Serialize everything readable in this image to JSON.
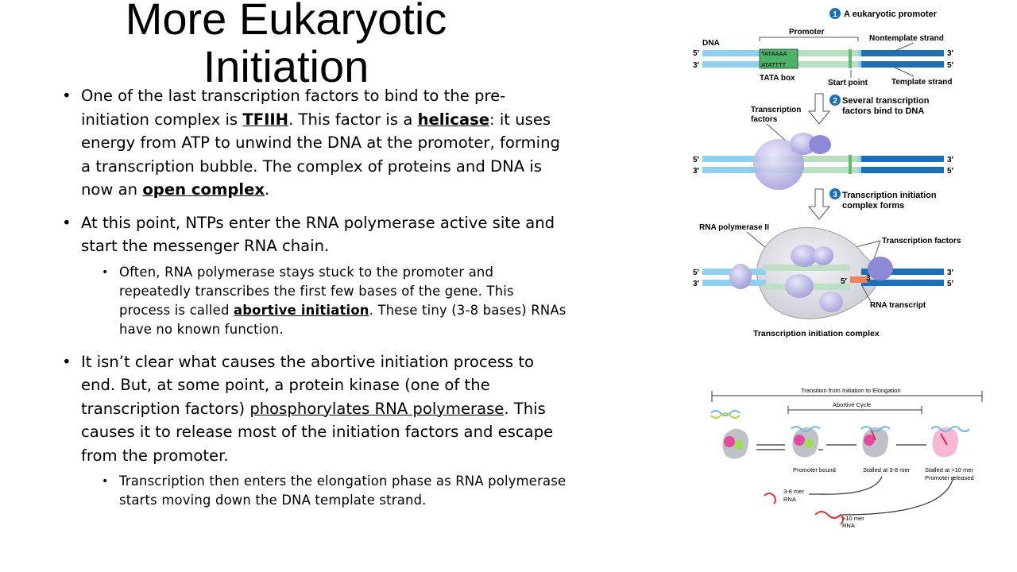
{
  "slide": {
    "title": "More Eukaryotic Initiation",
    "bullets": [
      {
        "parts": [
          {
            "t": "One of the last transcription factors to bind to the pre-initiation complex is "
          },
          {
            "t": "TFIIH",
            "s": "ub"
          },
          {
            "t": ".  This factor is a "
          },
          {
            "t": "helicase",
            "s": "ub"
          },
          {
            "t": ": it uses energy from ATP to unwind the DNA at the promoter, forming a transcription bubble. The complex of proteins and DNA is now an "
          },
          {
            "t": "open complex",
            "s": "ub"
          },
          {
            "t": "."
          }
        ]
      },
      {
        "parts": [
          {
            "t": "At this point, NTPs enter the RNA polymerase active site and start the messenger RNA chain."
          }
        ],
        "sub": [
          {
            "parts": [
              {
                "t": "Often, RNA polymerase stays stuck to the promoter and repeatedly transcribes the first few bases of the gene.  This process is called "
              },
              {
                "t": "abortive initiation",
                "s": "ub"
              },
              {
                "t": ".  These tiny (3-8 bases) RNAs have no known function."
              }
            ]
          }
        ]
      },
      {
        "parts": [
          {
            "t": "It isn’t clear what causes the abortive initiation process to end.  But, at some point, a protein kinase (one of the transcription factors) "
          },
          {
            "t": "phosphorylates RNA polymerase",
            "s": "u"
          },
          {
            "t": ".  This causes it to release most of the initiation factors and escape from the promoter."
          }
        ],
        "sub": [
          {
            "parts": [
              {
                "t": "Transcription then enters the elongation phase as RNA polymerase starts moving down the DNA template strand."
              }
            ]
          }
        ]
      }
    ]
  },
  "figure1": {
    "step1": "A eukaryotic promoter",
    "step2": "Several transcription factors bind to DNA",
    "step3": "Transcription initiation complex forms",
    "num1": "1",
    "num2": "2",
    "num3": "3",
    "dna": "DNA",
    "promoter": "Promoter",
    "nontemplate": "Nontemplate strand",
    "template": "Template strand",
    "tata_top": "TATAAAA",
    "tata_bottom": "ATATTTT",
    "tata_box": "TATA box",
    "start_point": "Start point",
    "tf": "Transcription factors",
    "rnapol": "RNA polymerase II",
    "tf_right": "Transcription factors",
    "rna_transcript": "RNA transcript",
    "complex": "Transcription initiation complex",
    "five": "5′",
    "three": "3′",
    "colors": {
      "template_blue": "#1f6fb5",
      "light_blue": "#8fd0ee",
      "promoter_green": "#b9dfc0",
      "protein": "#b7b4e6",
      "rna": "#f08060"
    }
  },
  "figure2": {
    "transition": "Transition from Initiation to Elongation",
    "abortive": "Abortive Cycle",
    "promoter_bound": "Promoter bound",
    "stalled3": "Stalled at 3-8 mer",
    "stalled10": "Stalled at >10 mer",
    "released": "Promoter released",
    "mer38": "3-8 mer",
    "mer10": ">10 mer",
    "rna": "RNA"
  }
}
